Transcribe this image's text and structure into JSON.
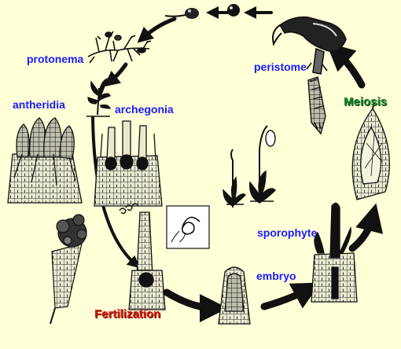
{
  "labels": {
    "protonema": "protonema",
    "antheridia": "antheridia",
    "archegonia": "archegonia",
    "peristome": "peristome",
    "meiosis": "Meiosis",
    "sporophyte": "sporophyte",
    "embryo": "embryo",
    "fertilization": "Fertilization"
  },
  "colors": {
    "background": "#ffffd8",
    "label_blue": "#1a1aff",
    "meiosis_green": "#1f8a2e",
    "fertilization_red": "#e21b0f",
    "ink": "#111111"
  }
}
